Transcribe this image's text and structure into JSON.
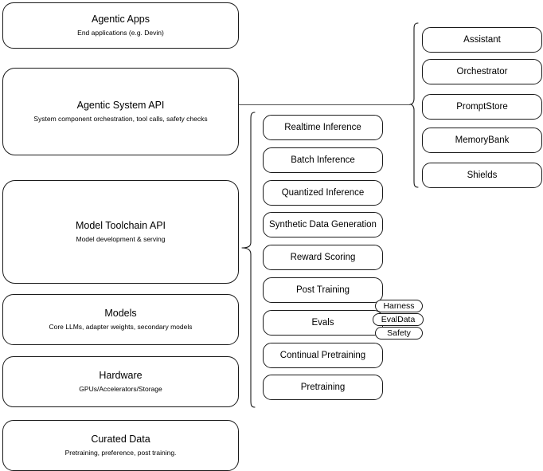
{
  "diagram": {
    "title": "AI stack layered architecture diagram",
    "stroke_color": "#1a1a1a",
    "connector_color": "#4d4d4d",
    "background_color": "#ffffff"
  },
  "layers": [
    {
      "id": "agentic-apps",
      "title": "Agentic Apps",
      "subtitle": "End applications (e.g. Devin)"
    },
    {
      "id": "agentic-system-api",
      "title": "Agentic System API",
      "subtitle": "System component orchestration, tool calls, safety checks"
    },
    {
      "id": "model-toolchain-api",
      "title": "Model Toolchain API",
      "subtitle": "Model development & serving"
    },
    {
      "id": "models",
      "title": "Models",
      "subtitle": "Core LLMs, adapter weights, secondary models"
    },
    {
      "id": "hardware",
      "title": "Hardware",
      "subtitle": "GPUs/Accelerators/Storage"
    },
    {
      "id": "curated-data",
      "title": "Curated Data",
      "subtitle": "Pretraining, preference, post training."
    }
  ],
  "toolchain_components": [
    {
      "id": "realtime-inference",
      "label": "Realtime Inference"
    },
    {
      "id": "batch-inference",
      "label": "Batch Inference"
    },
    {
      "id": "quantized-inference",
      "label": "Quantized Inference"
    },
    {
      "id": "synthetic-data-generation",
      "label": "Synthetic Data Generation"
    },
    {
      "id": "reward-scoring",
      "label": "Reward Scoring"
    },
    {
      "id": "post-training",
      "label": "Post Training"
    },
    {
      "id": "evals",
      "label": "Evals"
    },
    {
      "id": "continual-pretraining",
      "label": "Continual Pretraining"
    },
    {
      "id": "pretraining",
      "label": "Pretraining"
    }
  ],
  "eval_badges": [
    {
      "id": "harness",
      "label": "Harness"
    },
    {
      "id": "evaldata",
      "label": "EvalData"
    },
    {
      "id": "safety",
      "label": "Safety"
    }
  ],
  "agentic_components": [
    {
      "id": "assistant",
      "label": "Assistant"
    },
    {
      "id": "orchestrator",
      "label": "Orchestrator"
    },
    {
      "id": "promptstore",
      "label": "PromptStore"
    },
    {
      "id": "memorybank",
      "label": "MemoryBank"
    },
    {
      "id": "shields",
      "label": "Shields"
    }
  ]
}
